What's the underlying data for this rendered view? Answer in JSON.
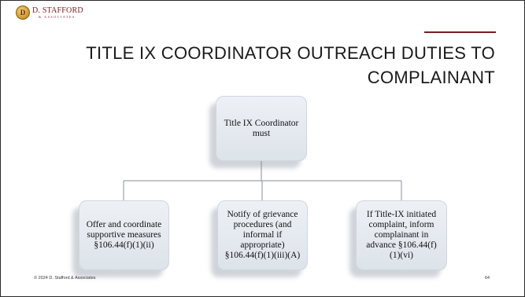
{
  "logo": {
    "monogram": "D",
    "name": "D. STAFFORD",
    "sub": "& ASSOCIATES"
  },
  "slide": {
    "title": "TITLE IX COORDINATOR OUTREACH DUTIES TO COMPLAINANT",
    "accent_color": "#7a1c1c"
  },
  "diagram": {
    "root": {
      "label": "Title IX Coordinator must"
    },
    "children": [
      {
        "label": "Offer and coordinate supportive measures §106.44(f)(1)(ii)"
      },
      {
        "label": "Notify of grievance procedures (and informal if appropriate) §106.44(f)(1)(iii)(A)"
      },
      {
        "label": "If Title-IX initiated complaint, inform complainant in advance §106.44(f)(1)(vi)"
      }
    ]
  },
  "footer": {
    "copyright": "© 2024 D. Stafford & Associates",
    "page_number": "64"
  }
}
